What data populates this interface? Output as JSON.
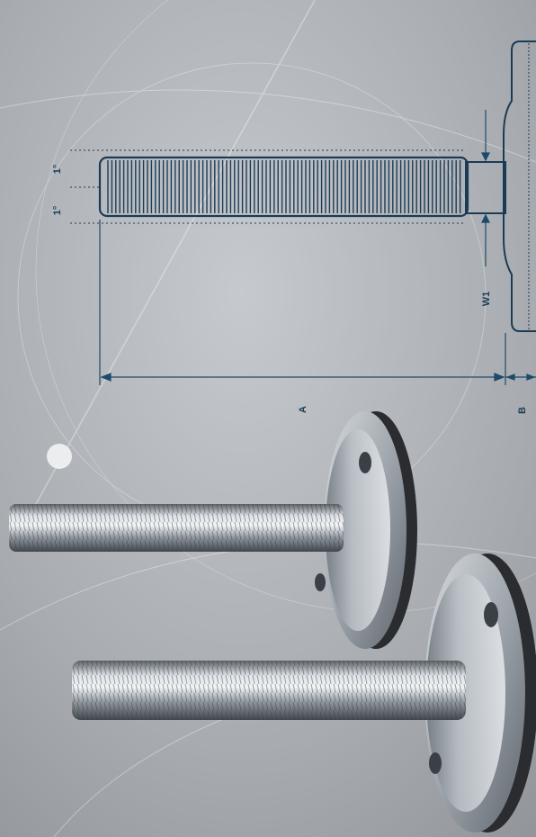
{
  "drawing": {
    "labels": {
      "angle_top": "1°",
      "angle_bottom": "1°",
      "thread_length": "A",
      "base_thickness": "B",
      "neck_width": "W1"
    },
    "colors": {
      "line": "#1b3b55",
      "dim_line": "#1f4a6a",
      "text": "#1b3b55",
      "background": "#a9adb3"
    }
  },
  "photo": {
    "colors": {
      "steel_light": "#e6e9ec",
      "steel_mid": "#9aa1a8",
      "steel_dark": "#4e545b",
      "rim": "#2a2c2f"
    }
  }
}
